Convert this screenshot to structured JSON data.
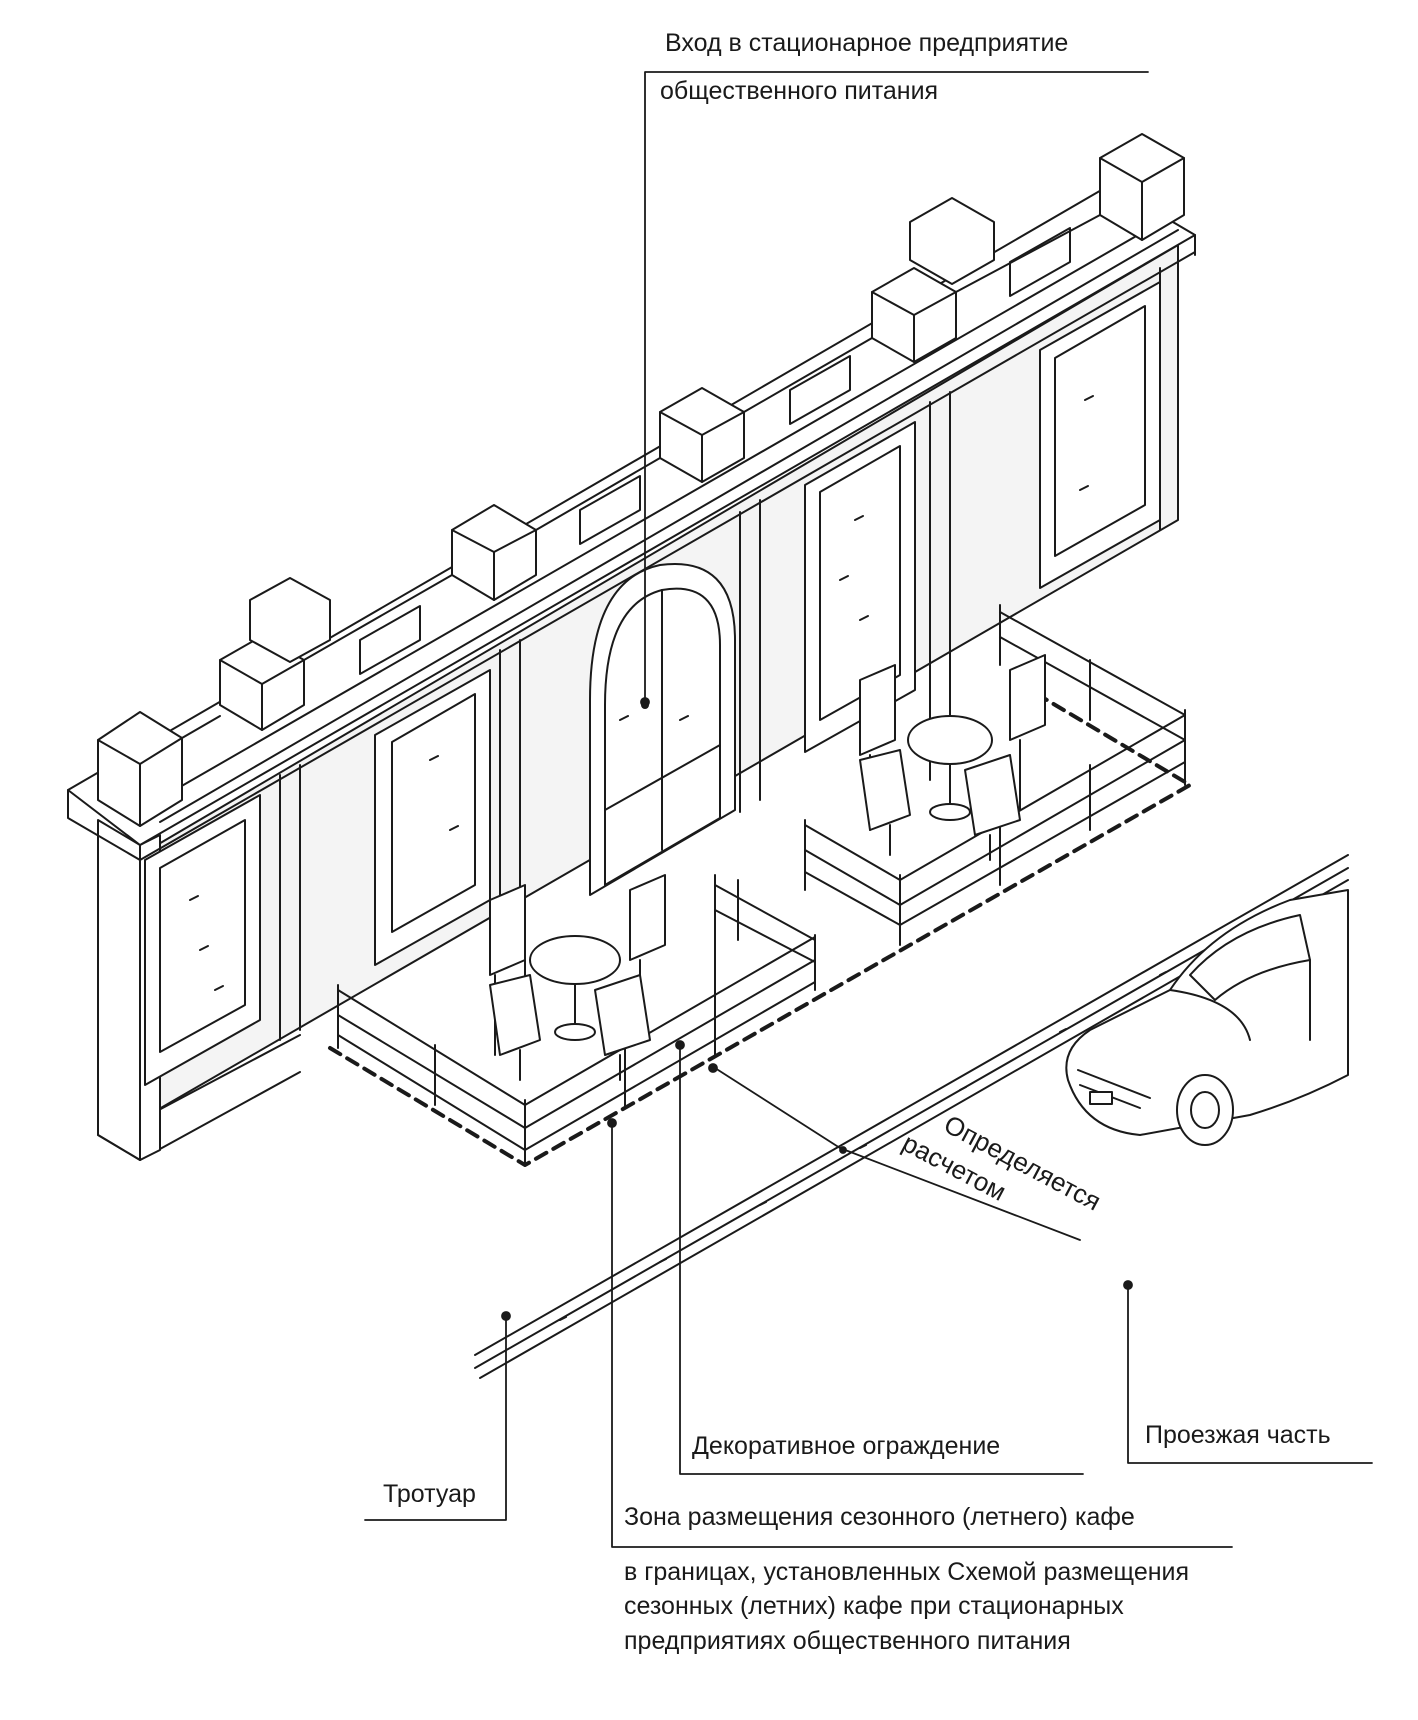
{
  "labels": {
    "entrance_line1": "Вход в стационарное предприятие",
    "entrance_line2": "общественного питания",
    "calc_line1": "Определяется",
    "calc_line2": "расчетом",
    "fence": "Декоративное ограждение",
    "road": "Проезжая часть",
    "sidewalk": "Тротуар",
    "zone_line1": "Зона размещения сезонного (летнего) кафе",
    "zone_line2": "в границах, установленных Схемой размещения",
    "zone_line3": "сезонных (летних) кафе при стационарных",
    "zone_line4": "предприятиях общественного питания"
  },
  "colors": {
    "ink": "#1a1a1a",
    "paper": "#ffffff",
    "wall_shade": "#f4f4f4"
  }
}
